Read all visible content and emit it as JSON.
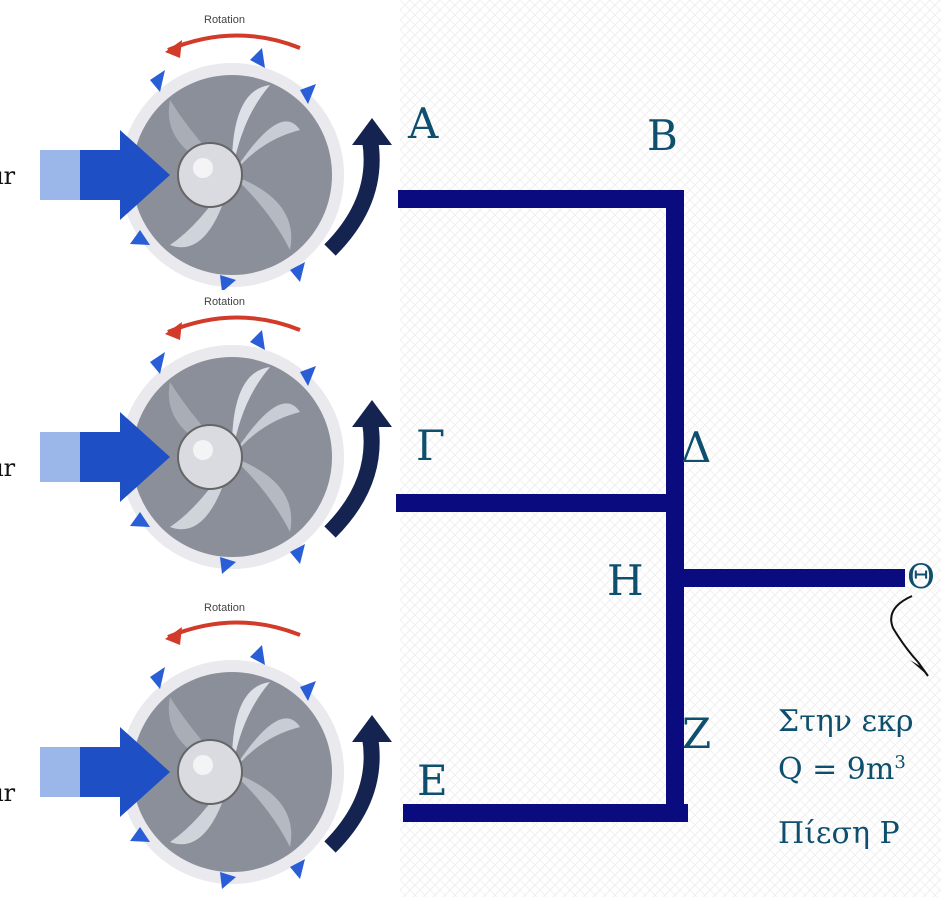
{
  "fans": [
    {
      "rotation_label": "Rotation",
      "air_label": "ır"
    },
    {
      "rotation_label": "Rotation",
      "air_label": "ır"
    },
    {
      "rotation_label": "Rotation",
      "air_label": "ır"
    }
  ],
  "nodes": {
    "A": "Α",
    "B": "Β",
    "G": "Γ",
    "D": "Δ",
    "H": "Η",
    "E": "Ε",
    "Z": "Ζ",
    "TH": "Θ"
  },
  "notes": {
    "outlet": "Στην εκρ",
    "flow": "Q = 9m",
    "flow_sup": "3",
    "pressure": "Πίεση P"
  },
  "colors": {
    "pipe": "#0b0b80",
    "label": "#0f4f6e",
    "fan_blue": "#1f4fc4",
    "rotation_arrow": "#d23a2a"
  }
}
